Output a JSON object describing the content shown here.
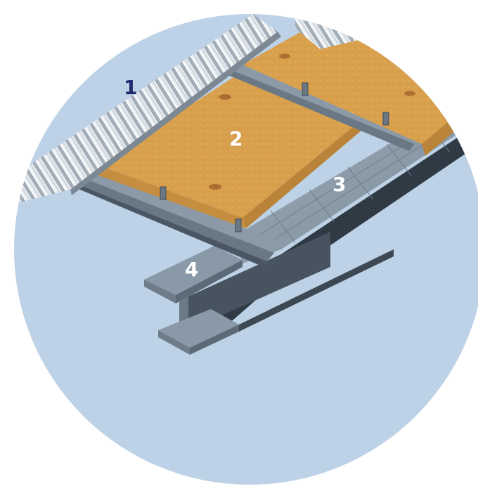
{
  "diagram": {
    "labels": [
      {
        "id": "1",
        "text": "1",
        "color": "#1f2b6e"
      },
      {
        "id": "2",
        "text": "2",
        "color": "#ffffff"
      },
      {
        "id": "3",
        "text": "3",
        "color": "#ffffff"
      },
      {
        "id": "4",
        "text": "4",
        "color": "#ffffff"
      }
    ],
    "colors": {
      "background_circle": "#bdd2e6",
      "insulation": "#d9a04e",
      "insulation_edge": "#b27a30",
      "steel_light": "#9aa9b6",
      "steel_mid": "#7f8e9c",
      "steel_dark": "#5d6b79",
      "shadow": "#2f3a45",
      "corrugated_light": "#eef2f5",
      "corrugated_dark": "#8d99a4"
    }
  }
}
